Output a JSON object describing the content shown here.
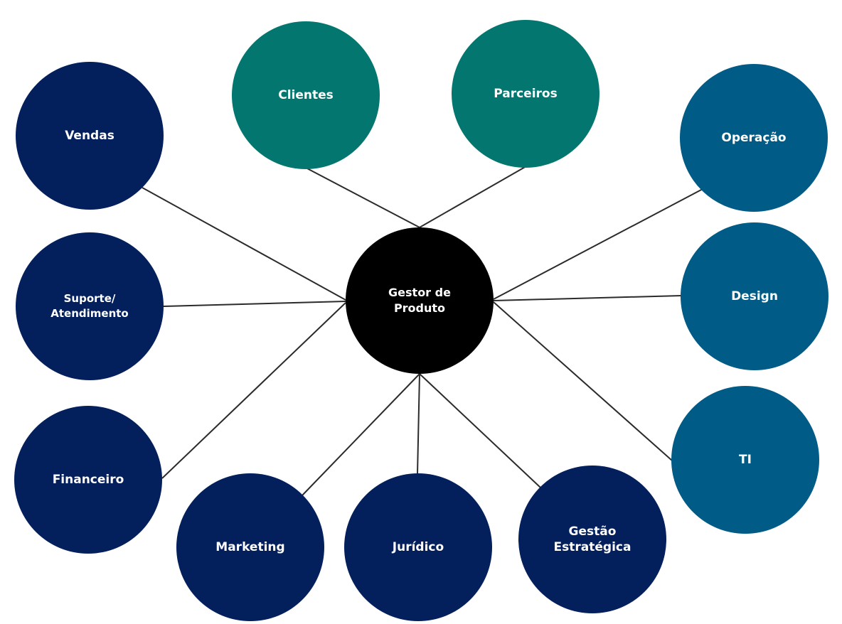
{
  "colors": {
    "navy": "#03205c",
    "teal": "#02766f",
    "blue": "#005c86",
    "center": "#000000",
    "line": "#2b2b2b"
  },
  "center": {
    "label": "Gestor de\nProduto"
  },
  "nodes": [
    {
      "id": "clientes",
      "label": "Clientes",
      "color": "teal"
    },
    {
      "id": "parceiros",
      "label": "Parceiros",
      "color": "teal"
    },
    {
      "id": "vendas",
      "label": "Vendas",
      "color": "navy"
    },
    {
      "id": "suporte",
      "label": "Suporte/\nAtendimento",
      "color": "navy"
    },
    {
      "id": "financeiro",
      "label": "Financeiro",
      "color": "navy"
    },
    {
      "id": "marketing",
      "label": "Marketing",
      "color": "navy"
    },
    {
      "id": "juridico",
      "label": "Jurídico",
      "color": "navy"
    },
    {
      "id": "gestao",
      "label": "Gestão\nEstratégica",
      "color": "navy"
    },
    {
      "id": "operacao",
      "label": "Operação",
      "color": "blue"
    },
    {
      "id": "design",
      "label": "Design",
      "color": "blue"
    },
    {
      "id": "ti",
      "label": "TI",
      "color": "blue"
    }
  ]
}
